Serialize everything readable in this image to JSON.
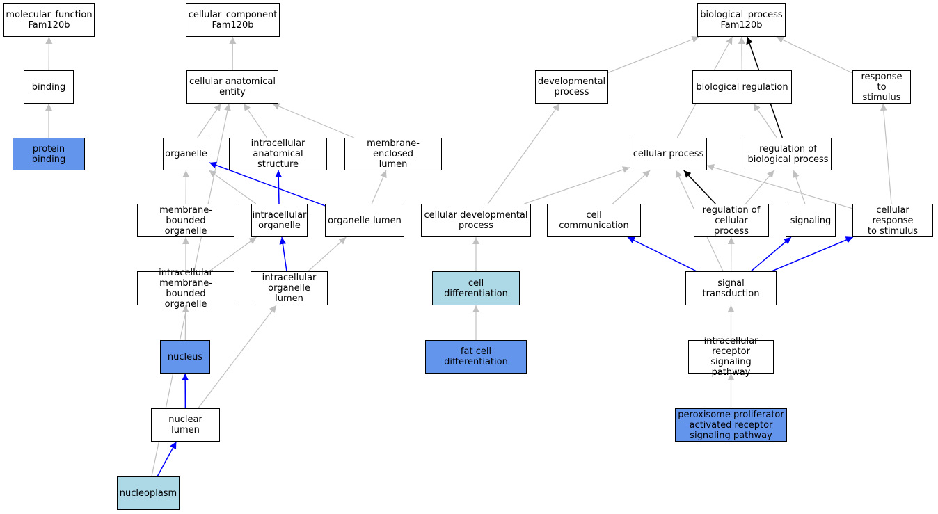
{
  "graph": {
    "nodes": [
      {
        "id": "mf_root",
        "label": "molecular_function\nFam120b",
        "fill": "white"
      },
      {
        "id": "binding",
        "label": "binding",
        "fill": "white"
      },
      {
        "id": "protein_binding",
        "label": "protein binding",
        "fill": "dark"
      },
      {
        "id": "cc_root",
        "label": "cellular_component\nFam120b",
        "fill": "white"
      },
      {
        "id": "cae",
        "label": "cellular anatomical\nentity",
        "fill": "white"
      },
      {
        "id": "organelle",
        "label": "organelle",
        "fill": "white"
      },
      {
        "id": "ias",
        "label": "intracellular\nanatomical structure",
        "fill": "white"
      },
      {
        "id": "mel",
        "label": "membrane-enclosed\nlumen",
        "fill": "white"
      },
      {
        "id": "mbo",
        "label": "membrane-bounded\norganelle",
        "fill": "white"
      },
      {
        "id": "io",
        "label": "intracellular\norganelle",
        "fill": "white"
      },
      {
        "id": "ol",
        "label": "organelle lumen",
        "fill": "white"
      },
      {
        "id": "imbo",
        "label": "intracellular\nmembrane-bounded\norganelle",
        "fill": "white"
      },
      {
        "id": "iol",
        "label": "intracellular\norganelle lumen",
        "fill": "white"
      },
      {
        "id": "nucleus",
        "label": "nucleus",
        "fill": "dark"
      },
      {
        "id": "nl",
        "label": "nuclear lumen",
        "fill": "white"
      },
      {
        "id": "nucleoplasm",
        "label": "nucleoplasm",
        "fill": "light"
      },
      {
        "id": "bp_root",
        "label": "biological_process\nFam120b",
        "fill": "white"
      },
      {
        "id": "dev",
        "label": "developmental\nprocess",
        "fill": "white"
      },
      {
        "id": "bioreg",
        "label": "biological regulation",
        "fill": "white"
      },
      {
        "id": "rts",
        "label": "response to\nstimulus",
        "fill": "white"
      },
      {
        "id": "cp",
        "label": "cellular process",
        "fill": "white"
      },
      {
        "id": "rbp",
        "label": "regulation of\nbiological process",
        "fill": "white"
      },
      {
        "id": "cdp",
        "label": "cellular developmental\nprocess",
        "fill": "white"
      },
      {
        "id": "cc",
        "label": "cell communication",
        "fill": "white"
      },
      {
        "id": "rcp",
        "label": "regulation of\ncellular process",
        "fill": "white"
      },
      {
        "id": "sig",
        "label": "signaling",
        "fill": "white"
      },
      {
        "id": "crs",
        "label": "cellular response\nto stimulus",
        "fill": "white"
      },
      {
        "id": "celldiff",
        "label": "cell differentiation",
        "fill": "light"
      },
      {
        "id": "st",
        "label": "signal transduction",
        "fill": "white"
      },
      {
        "id": "fcd",
        "label": "fat cell differentiation",
        "fill": "dark"
      },
      {
        "id": "irsp",
        "label": "intracellular\nreceptor signaling\npathway",
        "fill": "white"
      },
      {
        "id": "ppar",
        "label": "peroxisome proliferator\nactivated receptor\nsignaling pathway",
        "fill": "dark"
      }
    ],
    "edges": [
      {
        "from": "binding",
        "to": "mf_root",
        "kind": "is_a"
      },
      {
        "from": "protein_binding",
        "to": "binding",
        "kind": "is_a"
      },
      {
        "from": "cae",
        "to": "cc_root",
        "kind": "is_a"
      },
      {
        "from": "organelle",
        "to": "cae",
        "kind": "is_a"
      },
      {
        "from": "ias",
        "to": "cae",
        "kind": "is_a"
      },
      {
        "from": "mel",
        "to": "cae",
        "kind": "is_a"
      },
      {
        "from": "nucleoplasm",
        "to": "cae",
        "kind": "is_a"
      },
      {
        "from": "mbo",
        "to": "organelle",
        "kind": "is_a"
      },
      {
        "from": "io",
        "to": "organelle",
        "kind": "is_a"
      },
      {
        "from": "io",
        "to": "ias",
        "kind": "part_of"
      },
      {
        "from": "ol",
        "to": "organelle",
        "kind": "part_of"
      },
      {
        "from": "ol",
        "to": "mel",
        "kind": "is_a"
      },
      {
        "from": "imbo",
        "to": "mbo",
        "kind": "is_a"
      },
      {
        "from": "imbo",
        "to": "io",
        "kind": "is_a"
      },
      {
        "from": "iol",
        "to": "io",
        "kind": "part_of"
      },
      {
        "from": "iol",
        "to": "ol",
        "kind": "is_a"
      },
      {
        "from": "nucleus",
        "to": "imbo",
        "kind": "is_a"
      },
      {
        "from": "nl",
        "to": "nucleus",
        "kind": "part_of"
      },
      {
        "from": "nl",
        "to": "iol",
        "kind": "is_a"
      },
      {
        "from": "nucleoplasm",
        "to": "nl",
        "kind": "part_of"
      },
      {
        "from": "dev",
        "to": "bp_root",
        "kind": "is_a"
      },
      {
        "from": "bioreg",
        "to": "bp_root",
        "kind": "is_a"
      },
      {
        "from": "rts",
        "to": "bp_root",
        "kind": "is_a"
      },
      {
        "from": "cp",
        "to": "bp_root",
        "kind": "is_a"
      },
      {
        "from": "rbp",
        "to": "bp_root",
        "kind": "regulates"
      },
      {
        "from": "rbp",
        "to": "bioreg",
        "kind": "is_a"
      },
      {
        "from": "cdp",
        "to": "dev",
        "kind": "is_a"
      },
      {
        "from": "cdp",
        "to": "cp",
        "kind": "is_a"
      },
      {
        "from": "cc",
        "to": "cp",
        "kind": "is_a"
      },
      {
        "from": "rcp",
        "to": "cp",
        "kind": "regulates"
      },
      {
        "from": "rcp",
        "to": "rbp",
        "kind": "is_a"
      },
      {
        "from": "sig",
        "to": "rbp",
        "kind": "is_a"
      },
      {
        "from": "crs",
        "to": "cp",
        "kind": "is_a"
      },
      {
        "from": "crs",
        "to": "rts",
        "kind": "is_a"
      },
      {
        "from": "celldiff",
        "to": "cdp",
        "kind": "is_a"
      },
      {
        "from": "fcd",
        "to": "celldiff",
        "kind": "is_a"
      },
      {
        "from": "st",
        "to": "cc",
        "kind": "part_of"
      },
      {
        "from": "st",
        "to": "cp",
        "kind": "is_a"
      },
      {
        "from": "st",
        "to": "rcp",
        "kind": "is_a"
      },
      {
        "from": "st",
        "to": "sig",
        "kind": "part_of"
      },
      {
        "from": "st",
        "to": "crs",
        "kind": "part_of"
      },
      {
        "from": "irsp",
        "to": "st",
        "kind": "is_a"
      },
      {
        "from": "ppar",
        "to": "irsp",
        "kind": "is_a"
      }
    ]
  },
  "colors": {
    "is_a": "#c0c0c0",
    "part_of": "#0000ff",
    "regulates": "#000000",
    "dark": "#6495ed",
    "light": "#add8e6",
    "white": "#ffffff"
  }
}
